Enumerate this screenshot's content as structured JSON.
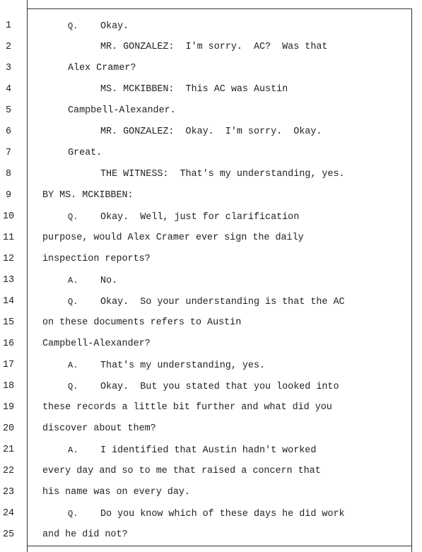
{
  "lines": [
    {
      "num": "1",
      "tag": "Q.",
      "text": "Okay."
    },
    {
      "num": "2",
      "text": "MR. GONZALEZ:  I'm sorry.  AC?  Was that",
      "indent": 2
    },
    {
      "num": "3",
      "text": "Alex Cramer?",
      "indent": 1
    },
    {
      "num": "4",
      "text": "MS. MCKIBBEN:  This AC was Austin",
      "indent": 2
    },
    {
      "num": "5",
      "text": "Campbell-Alexander.",
      "indent": 1
    },
    {
      "num": "6",
      "text": "MR. GONZALEZ:  Okay.  I'm sorry.  Okay.",
      "indent": 2
    },
    {
      "num": "7",
      "text": "Great.",
      "indent": 1
    },
    {
      "num": "8",
      "text": "THE WITNESS:  That's my understanding, yes.",
      "indent": 2
    },
    {
      "num": "9",
      "text": "BY MS. MCKIBBEN:",
      "indent": 0
    },
    {
      "num": "10",
      "tag": "Q.",
      "text": "Okay.  Well, just for clarification"
    },
    {
      "num": "11",
      "text": "purpose, would Alex Cramer ever sign the daily",
      "indent": 0
    },
    {
      "num": "12",
      "text": "inspection reports?",
      "indent": 0
    },
    {
      "num": "13",
      "tag": "A.",
      "text": "No."
    },
    {
      "num": "14",
      "tag": "Q.",
      "text": "Okay.  So your understanding is that the AC"
    },
    {
      "num": "15",
      "text": "on these documents refers to Austin",
      "indent": 0
    },
    {
      "num": "16",
      "text": "Campbell-Alexander?",
      "indent": 0
    },
    {
      "num": "17",
      "tag": "A.",
      "text": "That's my understanding, yes."
    },
    {
      "num": "18",
      "tag": "Q.",
      "text": "Okay.  But you stated that you looked into"
    },
    {
      "num": "19",
      "text": "these records a little bit further and what did you",
      "indent": 0
    },
    {
      "num": "20",
      "text": "discover about them?",
      "indent": 0
    },
    {
      "num": "21",
      "tag": "A.",
      "text": "I identified that Austin hadn't worked"
    },
    {
      "num": "22",
      "text": "every day and so to me that raised a concern that",
      "indent": 0
    },
    {
      "num": "23",
      "text": "his name was on every day.",
      "indent": 0
    },
    {
      "num": "24",
      "tag": "Q.",
      "text": "Do you know which of these days he did work"
    },
    {
      "num": "25",
      "text": "and he did not?",
      "indent": 0
    }
  ]
}
